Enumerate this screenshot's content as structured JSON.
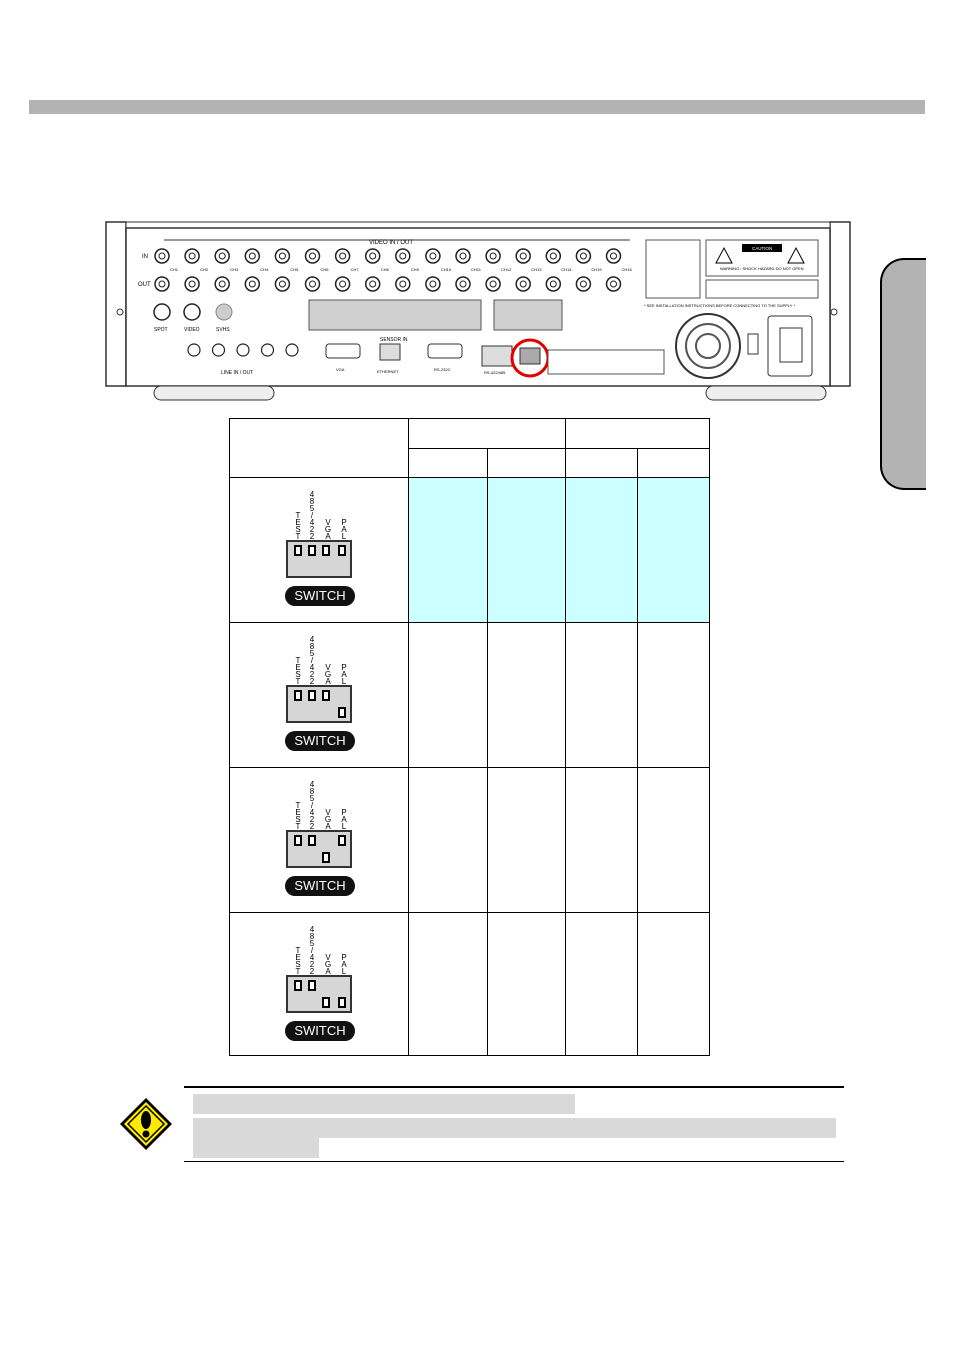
{
  "device": {
    "labels": {
      "video_in_out": "VIDEO IN / OUT",
      "in": "IN",
      "out": "OUT",
      "channels": [
        "CH1",
        "CH2",
        "CH3",
        "CH4",
        "CH5",
        "CH6",
        "CH7",
        "CH8",
        "CH9",
        "CH10",
        "CH11",
        "CH12",
        "CH13",
        "CH14",
        "CH15",
        "CH16"
      ],
      "spot": "SPOT",
      "video": "VIDEO",
      "svhs": "SVHS",
      "sensor_in": "SENSOR IN",
      "line_in_out": "LINE IN / OUT",
      "vga": "VGA",
      "ethernet": "ETHERNET",
      "rs232": "RS-232C",
      "rs422": "RS-422/485",
      "caution": "CAUTION",
      "warning": "WARNING : SHOCK HAZARD-DO NOT OPEN.",
      "supply_note": "* SEE INSTALLATION INSTRUCTIONS BEFORE CONNECTING TO THE SUPPLY *"
    }
  },
  "switch_table": {
    "rows": [
      {
        "switch_label": "SWITCH",
        "positions": [
          "up",
          "up",
          "up",
          "up"
        ],
        "highlight": true
      },
      {
        "switch_label": "SWITCH",
        "positions": [
          "up",
          "up",
          "up",
          "down"
        ],
        "highlight": false
      },
      {
        "switch_label": "SWITCH",
        "positions": [
          "up",
          "up",
          "down",
          "up"
        ],
        "highlight": false
      },
      {
        "switch_label": "SWITCH",
        "positions": [
          "up",
          "up",
          "down",
          "down"
        ],
        "highlight": false
      }
    ],
    "dip_labels": [
      "TEST",
      "485/422",
      "VGA",
      "PAL"
    ]
  },
  "colors": {
    "highlight": "#ccffff",
    "bar": "#b3b3b3",
    "warning_icon": "#ffeb00"
  }
}
